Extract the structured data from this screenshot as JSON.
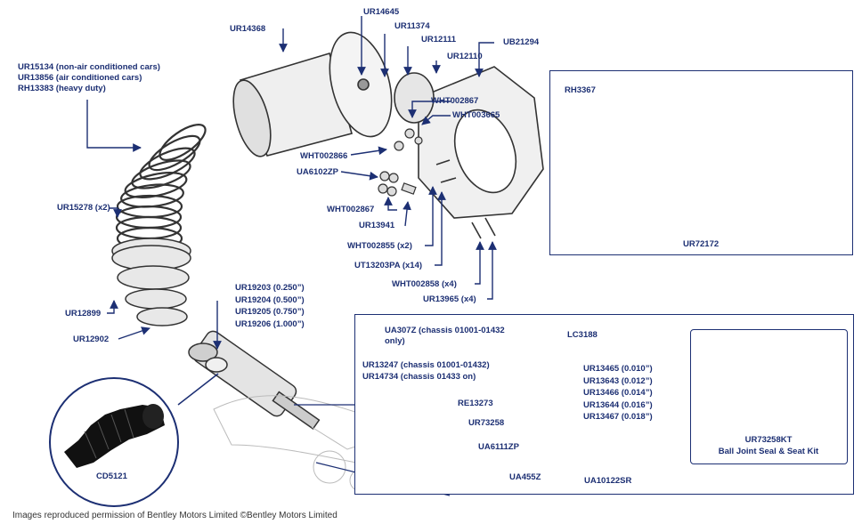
{
  "colors": {
    "callout": "#1c2f73",
    "part_dark": "#1a1a1a",
    "gasket": "#5fb3b3",
    "drawing": "#444444"
  },
  "labels": {
    "ur14368": "UR14368",
    "ur14645": "UR14645",
    "ur11374": "UR11374",
    "ur12111": "UR12111",
    "ur12110": "UR12110",
    "ub21294": "UB21294",
    "spring_note": "UR15134 (non-air conditioned cars)\nUR13856 (air conditioned cars)\nRH13383 (heavy duty)",
    "wht002867_top": "WHT002867",
    "wht003665": "WHT003665",
    "wht002866": "WHT002866",
    "ua6102zp": "UA6102ZP",
    "ur15278": "UR15278 (x2)",
    "wht002867_low": "WHT002867",
    "ur13941": "UR13941",
    "wht002855": "WHT002855 (x2)",
    "ut13203pa": "UT13203PA (x14)",
    "wht002858": "WHT002858 (x4)",
    "ur13965": "UR13965 (x4)",
    "ur12899": "UR12899",
    "ur12902": "UR12902",
    "packers": "UR19203 (0.250”)\nUR19204 (0.500”)\nUR19205 (0.750”)\nUR19206 (1.000”)",
    "cd5121": "CD5121",
    "rh3367": "RH3367",
    "ur72172": "UR72172",
    "ua307z": "UA307Z (chassis 01001-01432\nonly)",
    "lc3188": "LC3188",
    "ur13247": "UR13247 (chassis 01001-01432)\nUR14734 (chassis 01433 on)",
    "shims": "UR13465 (0.010”)\nUR13643 (0.012”)\nUR13466 (0.014”)\nUR13644 (0.016”)\nUR13467 (0.018”)",
    "re13273": "RE13273",
    "ur73258": "UR73258",
    "ua6111zp": "UA6111ZP",
    "ua455z": "UA455Z",
    "ua10122sr": "UA10122SR",
    "kit_code": "UR73258KT",
    "kit_name": "Ball Joint Seal & Seat Kit"
  },
  "footer": "Images reproduced permission of Bentley Motors Limited ©Bentley Motors Limited"
}
